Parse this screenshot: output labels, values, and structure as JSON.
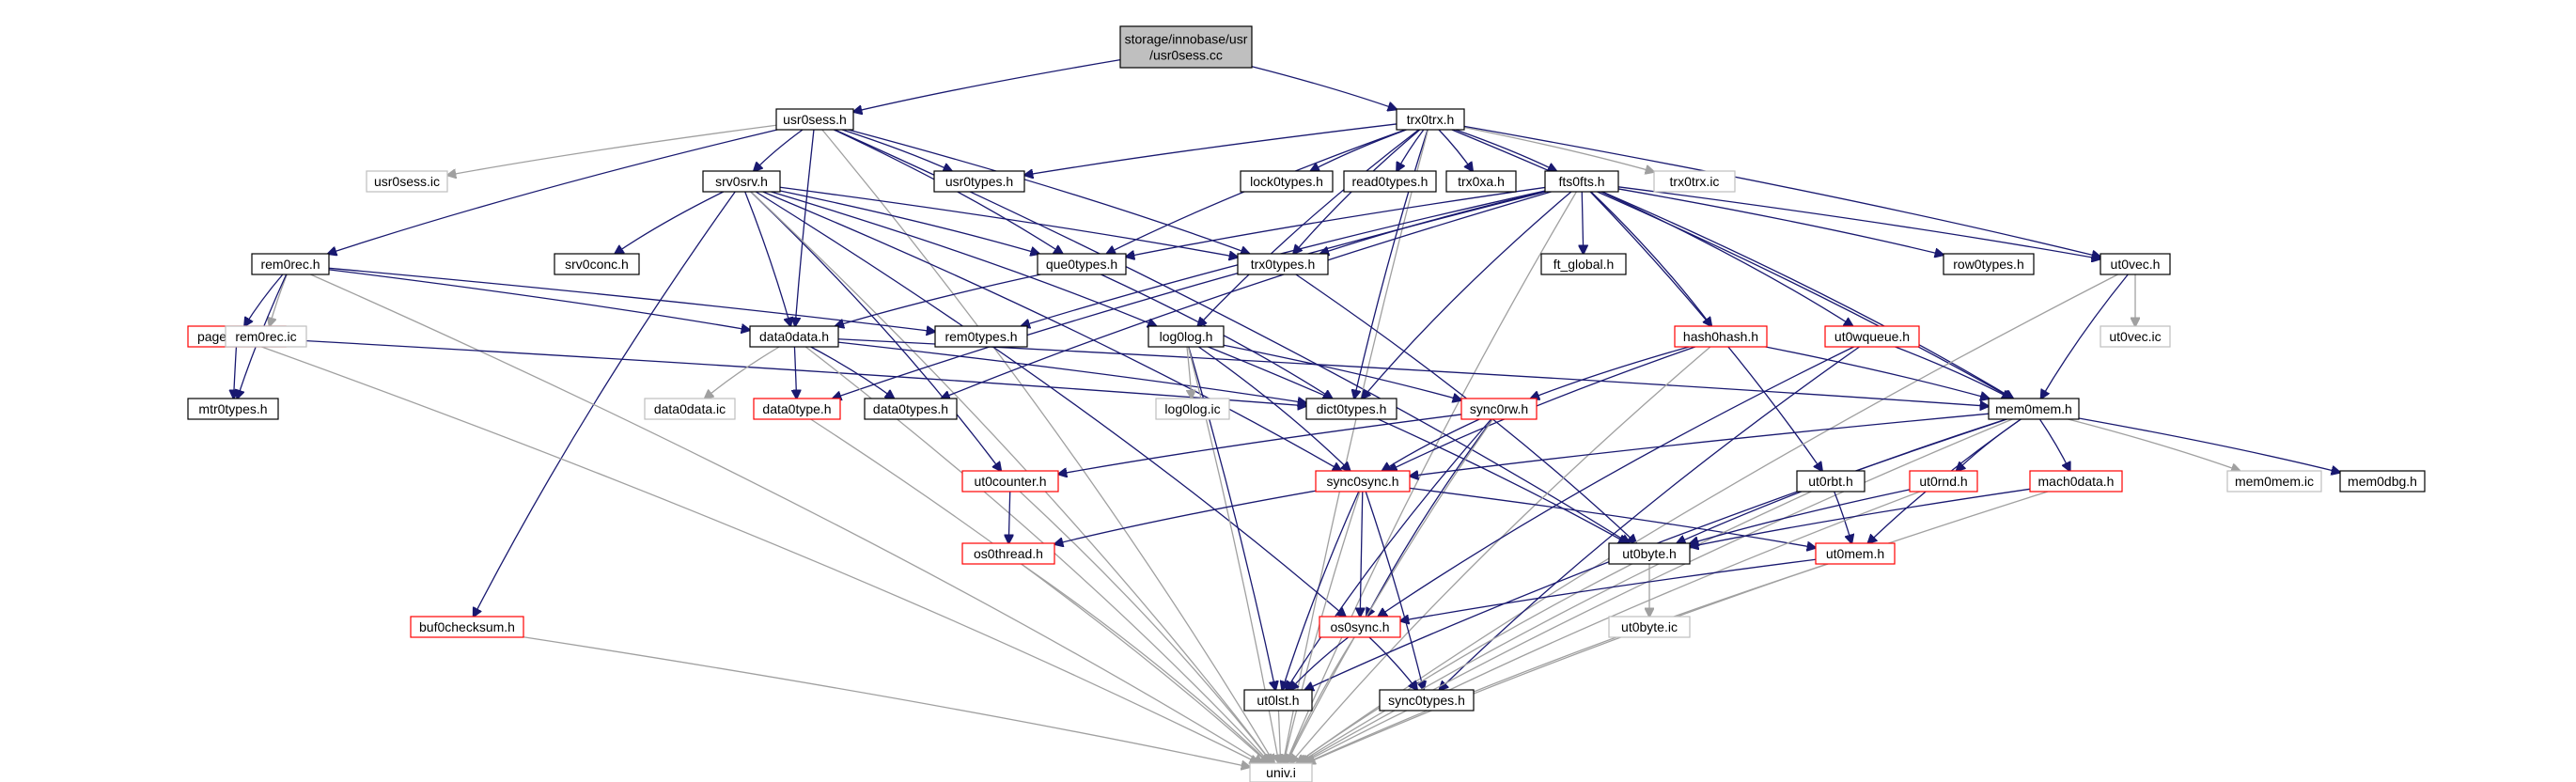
{
  "diagram": {
    "root_line1": "storage/innobase/usr",
    "root_line2": "/usr0sess.cc",
    "nodes": [
      {
        "id": "root",
        "label": "storage/innobase/usr\n/usr0sess.cc",
        "style": "root"
      },
      {
        "id": "usr0sess_h",
        "label": "usr0sess.h",
        "style": "normal"
      },
      {
        "id": "trx0trx_h",
        "label": "trx0trx.h",
        "style": "normal"
      },
      {
        "id": "usr0sess_ic",
        "label": "usr0sess.ic",
        "style": "grey"
      },
      {
        "id": "srv0srv_h",
        "label": "srv0srv.h",
        "style": "normal"
      },
      {
        "id": "usr0types_h",
        "label": "usr0types.h",
        "style": "normal"
      },
      {
        "id": "lock0types_h",
        "label": "lock0types.h",
        "style": "normal"
      },
      {
        "id": "read0types_h",
        "label": "read0types.h",
        "style": "normal"
      },
      {
        "id": "trx0xa_h",
        "label": "trx0xa.h",
        "style": "normal"
      },
      {
        "id": "fts0fts_h",
        "label": "fts0fts.h",
        "style": "normal"
      },
      {
        "id": "trx0trx_ic",
        "label": "trx0trx.ic",
        "style": "grey"
      },
      {
        "id": "rem0rec_h",
        "label": "rem0rec.h",
        "style": "normal"
      },
      {
        "id": "srv0conc_h",
        "label": "srv0conc.h",
        "style": "normal"
      },
      {
        "id": "que0types_h",
        "label": "que0types.h",
        "style": "normal"
      },
      {
        "id": "trx0types_h",
        "label": "trx0types.h",
        "style": "normal"
      },
      {
        "id": "ft_global_h",
        "label": "ft_global.h",
        "style": "normal"
      },
      {
        "id": "row0types_h",
        "label": "row0types.h",
        "style": "normal"
      },
      {
        "id": "ut0vec_h",
        "label": "ut0vec.h",
        "style": "normal"
      },
      {
        "id": "page0types_h",
        "label": "page0types.h",
        "style": "red"
      },
      {
        "id": "rem0rec_ic",
        "label": "rem0rec.ic",
        "style": "grey"
      },
      {
        "id": "rem0types_h",
        "label": "rem0types.h",
        "style": "normal"
      },
      {
        "id": "data0data_h",
        "label": "data0data.h",
        "style": "normal"
      },
      {
        "id": "log0log_h",
        "label": "log0log.h",
        "style": "normal"
      },
      {
        "id": "hash0hash_h",
        "label": "hash0hash.h",
        "style": "red"
      },
      {
        "id": "ut0wqueue_h",
        "label": "ut0wqueue.h",
        "style": "red"
      },
      {
        "id": "ut0vec_ic",
        "label": "ut0vec.ic",
        "style": "grey"
      },
      {
        "id": "mtr0types_h",
        "label": "mtr0types.h",
        "style": "normal"
      },
      {
        "id": "data0data_ic",
        "label": "data0data.ic",
        "style": "grey"
      },
      {
        "id": "data0type_h",
        "label": "data0type.h",
        "style": "red"
      },
      {
        "id": "data0types_h",
        "label": "data0types.h",
        "style": "normal"
      },
      {
        "id": "log0log_ic",
        "label": "log0log.ic",
        "style": "grey"
      },
      {
        "id": "dict0types_h",
        "label": "dict0types.h",
        "style": "normal"
      },
      {
        "id": "sync0rw_h",
        "label": "sync0rw.h",
        "style": "red"
      },
      {
        "id": "mem0mem_h",
        "label": "mem0mem.h",
        "style": "normal"
      },
      {
        "id": "ut0counter_h",
        "label": "ut0counter.h",
        "style": "red"
      },
      {
        "id": "sync0sync_h",
        "label": "sync0sync.h",
        "style": "red"
      },
      {
        "id": "ut0rbt_h",
        "label": "ut0rbt.h",
        "style": "normal"
      },
      {
        "id": "ut0rnd_h",
        "label": "ut0rnd.h",
        "style": "red"
      },
      {
        "id": "mach0data_h",
        "label": "mach0data.h",
        "style": "red"
      },
      {
        "id": "mem0mem_ic",
        "label": "mem0mem.ic",
        "style": "grey"
      },
      {
        "id": "mem0dbg_h",
        "label": "mem0dbg.h",
        "style": "normal"
      },
      {
        "id": "os0thread_h",
        "label": "os0thread.h",
        "style": "red"
      },
      {
        "id": "ut0byte_h",
        "label": "ut0byte.h",
        "style": "normal"
      },
      {
        "id": "ut0mem_h",
        "label": "ut0mem.h",
        "style": "red"
      },
      {
        "id": "buf0checksum_h",
        "label": "buf0checksum.h",
        "style": "red"
      },
      {
        "id": "ut0byte_ic",
        "label": "ut0byte.ic",
        "style": "grey"
      },
      {
        "id": "os0sync_h",
        "label": "os0sync.h",
        "style": "red"
      },
      {
        "id": "ut0lst_h",
        "label": "ut0lst.h",
        "style": "normal"
      },
      {
        "id": "sync0types_h",
        "label": "sync0types.h",
        "style": "normal"
      },
      {
        "id": "univ_i",
        "label": "univ.i",
        "style": "grey"
      }
    ],
    "edges": [
      [
        "root",
        "usr0sess_h"
      ],
      [
        "root",
        "trx0trx_h"
      ],
      [
        "usr0sess_h",
        "univ_i"
      ],
      [
        "usr0sess_h",
        "usr0sess_ic"
      ],
      [
        "usr0sess_h",
        "srv0srv_h"
      ],
      [
        "usr0sess_h",
        "usr0types_h"
      ],
      [
        "usr0sess_h",
        "rem0rec_h"
      ],
      [
        "usr0sess_h",
        "data0data_h"
      ],
      [
        "usr0sess_h",
        "que0types_h"
      ],
      [
        "usr0sess_h",
        "trx0types_h"
      ],
      [
        "usr0sess_h",
        "ut0byte_h"
      ],
      [
        "trx0trx_h",
        "usr0types_h"
      ],
      [
        "trx0trx_h",
        "lock0types_h"
      ],
      [
        "trx0trx_h",
        "read0types_h"
      ],
      [
        "trx0trx_h",
        "trx0xa_h"
      ],
      [
        "trx0trx_h",
        "fts0fts_h"
      ],
      [
        "trx0trx_h",
        "trx0trx_ic"
      ],
      [
        "trx0trx_h",
        "que0types_h"
      ],
      [
        "trx0trx_h",
        "trx0types_h"
      ],
      [
        "trx0trx_h",
        "ut0vec_h"
      ],
      [
        "trx0trx_h",
        "log0log_h"
      ],
      [
        "trx0trx_h",
        "dict0types_h"
      ],
      [
        "trx0trx_h",
        "mem0mem_h"
      ],
      [
        "trx0trx_h",
        "univ_i"
      ],
      [
        "srv0srv_h",
        "srv0conc_h"
      ],
      [
        "srv0srv_h",
        "que0types_h"
      ],
      [
        "srv0srv_h",
        "trx0types_h"
      ],
      [
        "srv0srv_h",
        "log0log_h"
      ],
      [
        "srv0srv_h",
        "data0data_h"
      ],
      [
        "srv0srv_h",
        "buf0checksum_h"
      ],
      [
        "srv0srv_h",
        "ut0counter_h"
      ],
      [
        "srv0srv_h",
        "sync0sync_h"
      ],
      [
        "srv0srv_h",
        "os0sync_h"
      ],
      [
        "srv0srv_h",
        "univ_i"
      ],
      [
        "fts0fts_h",
        "ft_global_h"
      ],
      [
        "fts0fts_h",
        "row0types_h"
      ],
      [
        "fts0fts_h",
        "ut0vec_h"
      ],
      [
        "fts0fts_h",
        "que0types_h"
      ],
      [
        "fts0fts_h",
        "trx0types_h"
      ],
      [
        "fts0fts_h",
        "hash0hash_h"
      ],
      [
        "fts0fts_h",
        "ut0wqueue_h"
      ],
      [
        "fts0fts_h",
        "ut0rbt_h"
      ],
      [
        "fts0fts_h",
        "mem0mem_h"
      ],
      [
        "fts0fts_h",
        "dict0types_h"
      ],
      [
        "fts0fts_h",
        "data0types_h"
      ],
      [
        "fts0fts_h",
        "data0type_h"
      ],
      [
        "fts0fts_h",
        "rem0types_h"
      ],
      [
        "fts0fts_h",
        "univ_i"
      ],
      [
        "rem0rec_h",
        "page0types_h"
      ],
      [
        "rem0rec_h",
        "rem0rec_ic"
      ],
      [
        "rem0rec_h",
        "rem0types_h"
      ],
      [
        "rem0rec_h",
        "mtr0types_h"
      ],
      [
        "rem0rec_h",
        "data0data_h"
      ],
      [
        "rem0rec_h",
        "univ_i"
      ],
      [
        "que0types_h",
        "data0data_h"
      ],
      [
        "que0types_h",
        "dict0types_h"
      ],
      [
        "trx0types_h",
        "ut0byte_h"
      ],
      [
        "ut0vec_h",
        "ut0vec_ic"
      ],
      [
        "ut0vec_h",
        "mem0mem_h"
      ],
      [
        "ut0vec_h",
        "univ_i"
      ],
      [
        "page0types_h",
        "mtr0types_h"
      ],
      [
        "page0types_h",
        "dict0types_h"
      ],
      [
        "page0types_h",
        "univ_i"
      ],
      [
        "data0data_h",
        "data0data_ic"
      ],
      [
        "data0data_h",
        "data0type_h"
      ],
      [
        "data0data_h",
        "data0types_h"
      ],
      [
        "data0data_h",
        "dict0types_h"
      ],
      [
        "data0data_h",
        "mem0mem_h"
      ],
      [
        "data0data_h",
        "univ_i"
      ],
      [
        "log0log_h",
        "log0log_ic"
      ],
      [
        "log0log_h",
        "sync0rw_h"
      ],
      [
        "log0log_h",
        "sync0sync_h"
      ],
      [
        "log0log_h",
        "ut0byte_h"
      ],
      [
        "log0log_h",
        "ut0lst_h"
      ],
      [
        "log0log_h",
        "univ_i"
      ],
      [
        "hash0hash_h",
        "mem0mem_h"
      ],
      [
        "hash0hash_h",
        "sync0rw_h"
      ],
      [
        "hash0hash_h",
        "sync0sync_h"
      ],
      [
        "hash0hash_h",
        "univ_i"
      ],
      [
        "ut0wqueue_h",
        "mem0mem_h"
      ],
      [
        "ut0wqueue_h",
        "os0sync_h"
      ],
      [
        "ut0wqueue_h",
        "sync0types_h"
      ],
      [
        "data0type_h",
        "univ_i"
      ],
      [
        "sync0rw_h",
        "ut0counter_h"
      ],
      [
        "sync0rw_h",
        "sync0sync_h"
      ],
      [
        "sync0rw_h",
        "os0sync_h"
      ],
      [
        "sync0rw_h",
        "ut0lst_h"
      ],
      [
        "sync0rw_h",
        "univ_i"
      ],
      [
        "mem0mem_h",
        "mem0mem_ic"
      ],
      [
        "mem0mem_h",
        "mem0dbg_h"
      ],
      [
        "mem0mem_h",
        "ut0rnd_h"
      ],
      [
        "mem0mem_h",
        "mach0data_h"
      ],
      [
        "mem0mem_h",
        "sync0sync_h"
      ],
      [
        "mem0mem_h",
        "ut0byte_h"
      ],
      [
        "mem0mem_h",
        "ut0mem_h"
      ],
      [
        "mem0mem_h",
        "ut0lst_h"
      ],
      [
        "mem0mem_h",
        "univ_i"
      ],
      [
        "ut0counter_h",
        "os0thread_h"
      ],
      [
        "ut0counter_h",
        "univ_i"
      ],
      [
        "sync0sync_h",
        "os0thread_h"
      ],
      [
        "sync0sync_h",
        "ut0mem_h"
      ],
      [
        "sync0sync_h",
        "os0sync_h"
      ],
      [
        "sync0sync_h",
        "ut0lst_h"
      ],
      [
        "sync0sync_h",
        "sync0types_h"
      ],
      [
        "sync0sync_h",
        "univ_i"
      ],
      [
        "ut0rbt_h",
        "ut0mem_h"
      ],
      [
        "ut0rbt_h",
        "univ_i"
      ],
      [
        "ut0rnd_h",
        "ut0byte_h"
      ],
      [
        "ut0rnd_h",
        "univ_i"
      ],
      [
        "mach0data_h",
        "ut0byte_h"
      ],
      [
        "mach0data_h",
        "univ_i"
      ],
      [
        "os0thread_h",
        "univ_i"
      ],
      [
        "ut0byte_h",
        "ut0byte_ic"
      ],
      [
        "ut0byte_h",
        "univ_i"
      ],
      [
        "ut0mem_h",
        "os0sync_h"
      ],
      [
        "ut0mem_h",
        "univ_i"
      ],
      [
        "buf0checksum_h",
        "univ_i"
      ],
      [
        "os0sync_h",
        "ut0lst_h"
      ],
      [
        "os0sync_h",
        "sync0types_h"
      ],
      [
        "os0sync_h",
        "univ_i"
      ],
      [
        "ut0lst_h",
        "univ_i"
      ]
    ]
  }
}
